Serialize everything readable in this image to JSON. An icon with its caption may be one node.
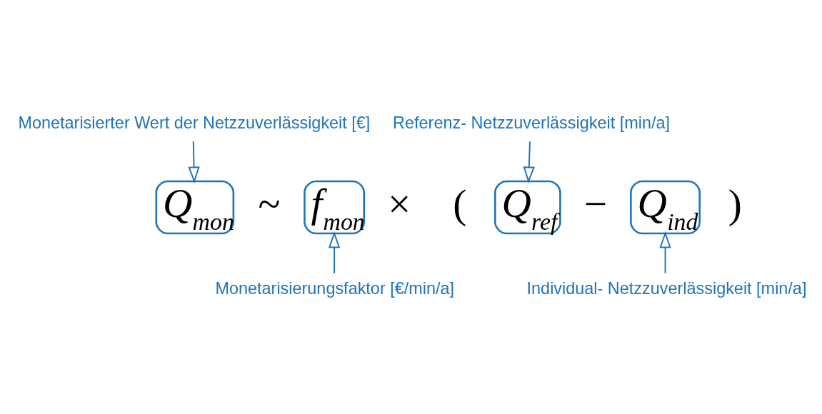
{
  "diagram": {
    "nodes": [
      {
        "text": [
          "Monetarisierter Wert der Netzzuverlässigkeit [€]"
        ]
      },
      {
        "text": [
          "Referenz- Netzzuverlässigkeit [min/a]"
        ]
      },
      {
        "text": [
          "Q$_{mon}$"
        ]
      },
      {
        "text": [
          "f$_{mon}$"
        ]
      },
      {
        "text": [
          "Q$_{ref}$"
        ]
      },
      {
        "text": [
          "Q$_{ind}$"
        ]
      },
      {
        "text": [
          "Monetarisierungsfaktor [€/min/a]"
        ]
      },
      {
        "text": [
          "Individual- Netzzuverlässigkeit [min/a]"
        ]
      }
    ],
    "edges": [
      {
        "from": 0,
        "to": 2,
        "arrow": "to"
      },
      {
        "from": 1,
        "to": 4,
        "arrow": "to"
      },
      {
        "from": 6,
        "to": 3,
        "arrow": "to"
      },
      {
        "from": 7,
        "to": 5,
        "arrow": "to"
      }
    ],
    "labels": [
      "~",
      "×",
      "(",
      "−",
      ")"
    ]
  }
}
